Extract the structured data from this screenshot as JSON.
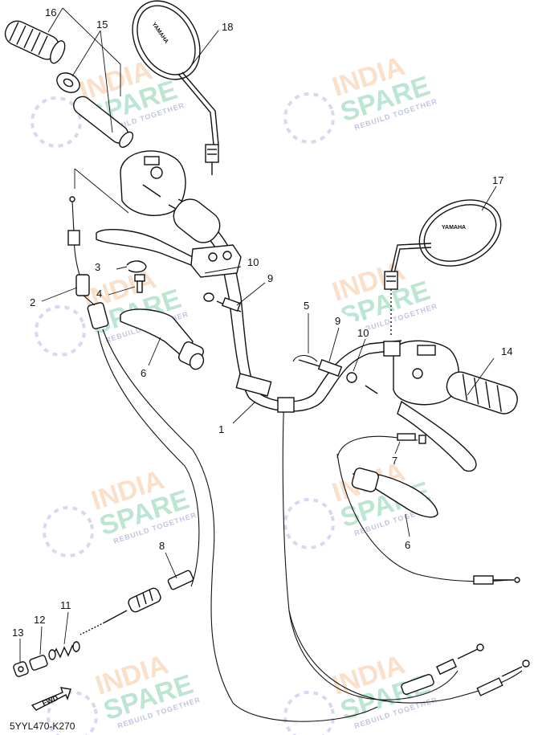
{
  "diagram": {
    "code": "5YYL470-K270",
    "watermark": {
      "line1": "INDIA",
      "line2": "SPARE",
      "tagline": "REBUILD TOGETHER"
    },
    "mirror_brand": "YAMAHA",
    "fwd_label": "FWD",
    "callouts": {
      "c1": "1",
      "c2": "2",
      "c3": "3",
      "c4": "4",
      "c5": "5",
      "c6a": "6",
      "c6b": "6",
      "c7": "7",
      "c8": "8",
      "c9a": "9",
      "c9b": "9",
      "c10a": "10",
      "c10b": "10",
      "c11": "11",
      "c12": "12",
      "c13": "13",
      "c14": "14",
      "c15": "15",
      "c16": "16",
      "c17": "17",
      "c18": "18"
    }
  }
}
